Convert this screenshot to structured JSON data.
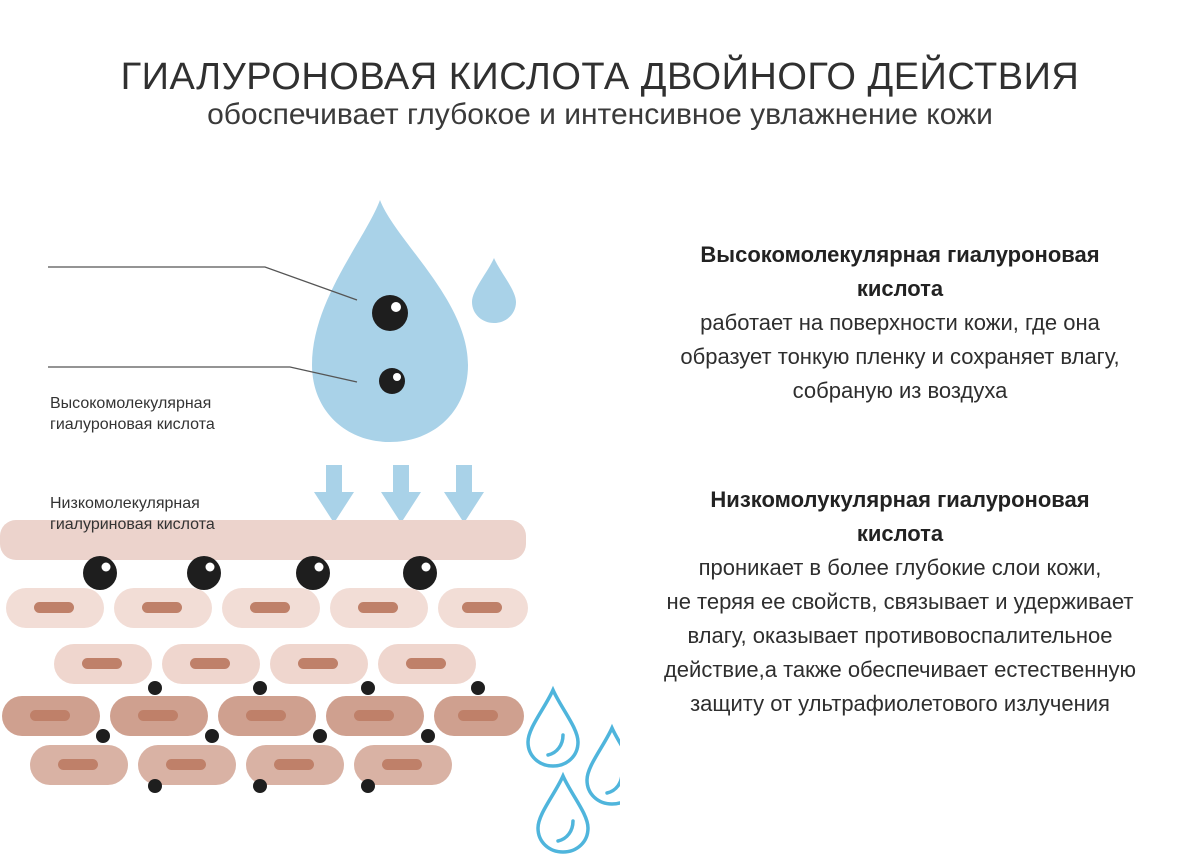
{
  "header": {
    "title": "ГИАЛУРОНОВАЯ КИСЛОТА ДВОЙНОГО ДЕЙСТВИЯ",
    "subtitle": "обоспечивает глубокое и интенсивное увлажнение кожи"
  },
  "diagram": {
    "label_high": [
      "Высокомолекулярная",
      "гиалуроновая кислота"
    ],
    "label_low": [
      "Низкомолекулярная",
      "гиалуриновая кислота"
    ]
  },
  "descriptions": {
    "high": {
      "heading": [
        "Высокомолекулярная гиалуроновая",
        "кислота"
      ],
      "body": [
        "работает на поверхности кожи, где она",
        "образует тонкую пленку и сохраняет влагу,",
        "собраную из воздуха"
      ]
    },
    "low": {
      "heading": [
        "Низкомолукулярная гиалуроновая",
        "кислота"
      ],
      "body": [
        "проникает в более глубокие слои кожи,",
        "не теряя ее свойств, связывает и удерживает",
        "влагу, оказывает противовоспалительное",
        "действие,а также обеспечивает естественную",
        "защиту от ультрафиолетового излучения"
      ]
    }
  },
  "colors": {
    "drop": "#a9d2e8",
    "arrow": "#a9d2e8",
    "skin_top": "#ecd3cc",
    "cell_light": "#f2ddd6",
    "cell_mid": "#e2bfb2",
    "cell_dark": "#cfa08f",
    "nucleus": "#bf8069",
    "molecule": "#1e1e1e",
    "outline_drop": "#4fb5dc"
  }
}
